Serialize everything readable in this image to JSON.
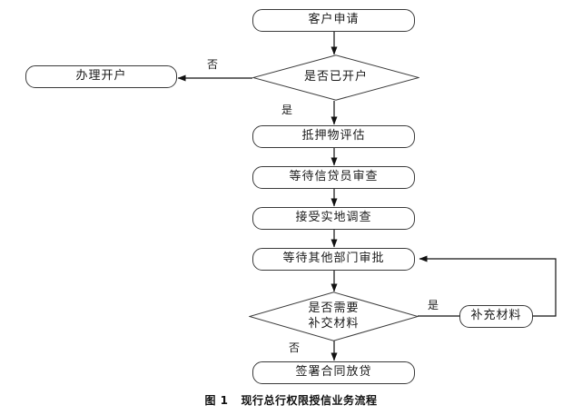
{
  "figure": {
    "caption_number": "图 1",
    "caption_title": "现行总行权限授信业务流程"
  },
  "nodes": {
    "start": {
      "label": "客户申请",
      "shape": "rounded-rect"
    },
    "decision_account": {
      "label": "是否已开户",
      "shape": "diamond"
    },
    "open_account": {
      "label": "办理开户",
      "shape": "rounded-rect"
    },
    "collateral_eval": {
      "label": "抵押物评估",
      "shape": "rounded-rect"
    },
    "wait_officer": {
      "label": "等待信贷员审查",
      "shape": "rounded-rect"
    },
    "field_survey": {
      "label": "接受实地调查",
      "shape": "rounded-rect"
    },
    "wait_departments": {
      "label": "等待其他部门审批",
      "shape": "rounded-rect"
    },
    "decision_materials": {
      "label_line1": "是否需要",
      "label_line2": "补交材料",
      "shape": "diamond"
    },
    "supplement": {
      "label": "补充材料",
      "shape": "rounded-rect"
    },
    "sign_contract": {
      "label": "签署合同放贷",
      "shape": "rounded-rect"
    }
  },
  "edge_labels": {
    "account_no": "否",
    "account_yes": "是",
    "materials_yes": "是",
    "materials_no": "否"
  },
  "colors": {
    "stroke": "#3a3a3a",
    "arrow": "#111111",
    "text": "#1a1a1a",
    "background": "#ffffff"
  }
}
